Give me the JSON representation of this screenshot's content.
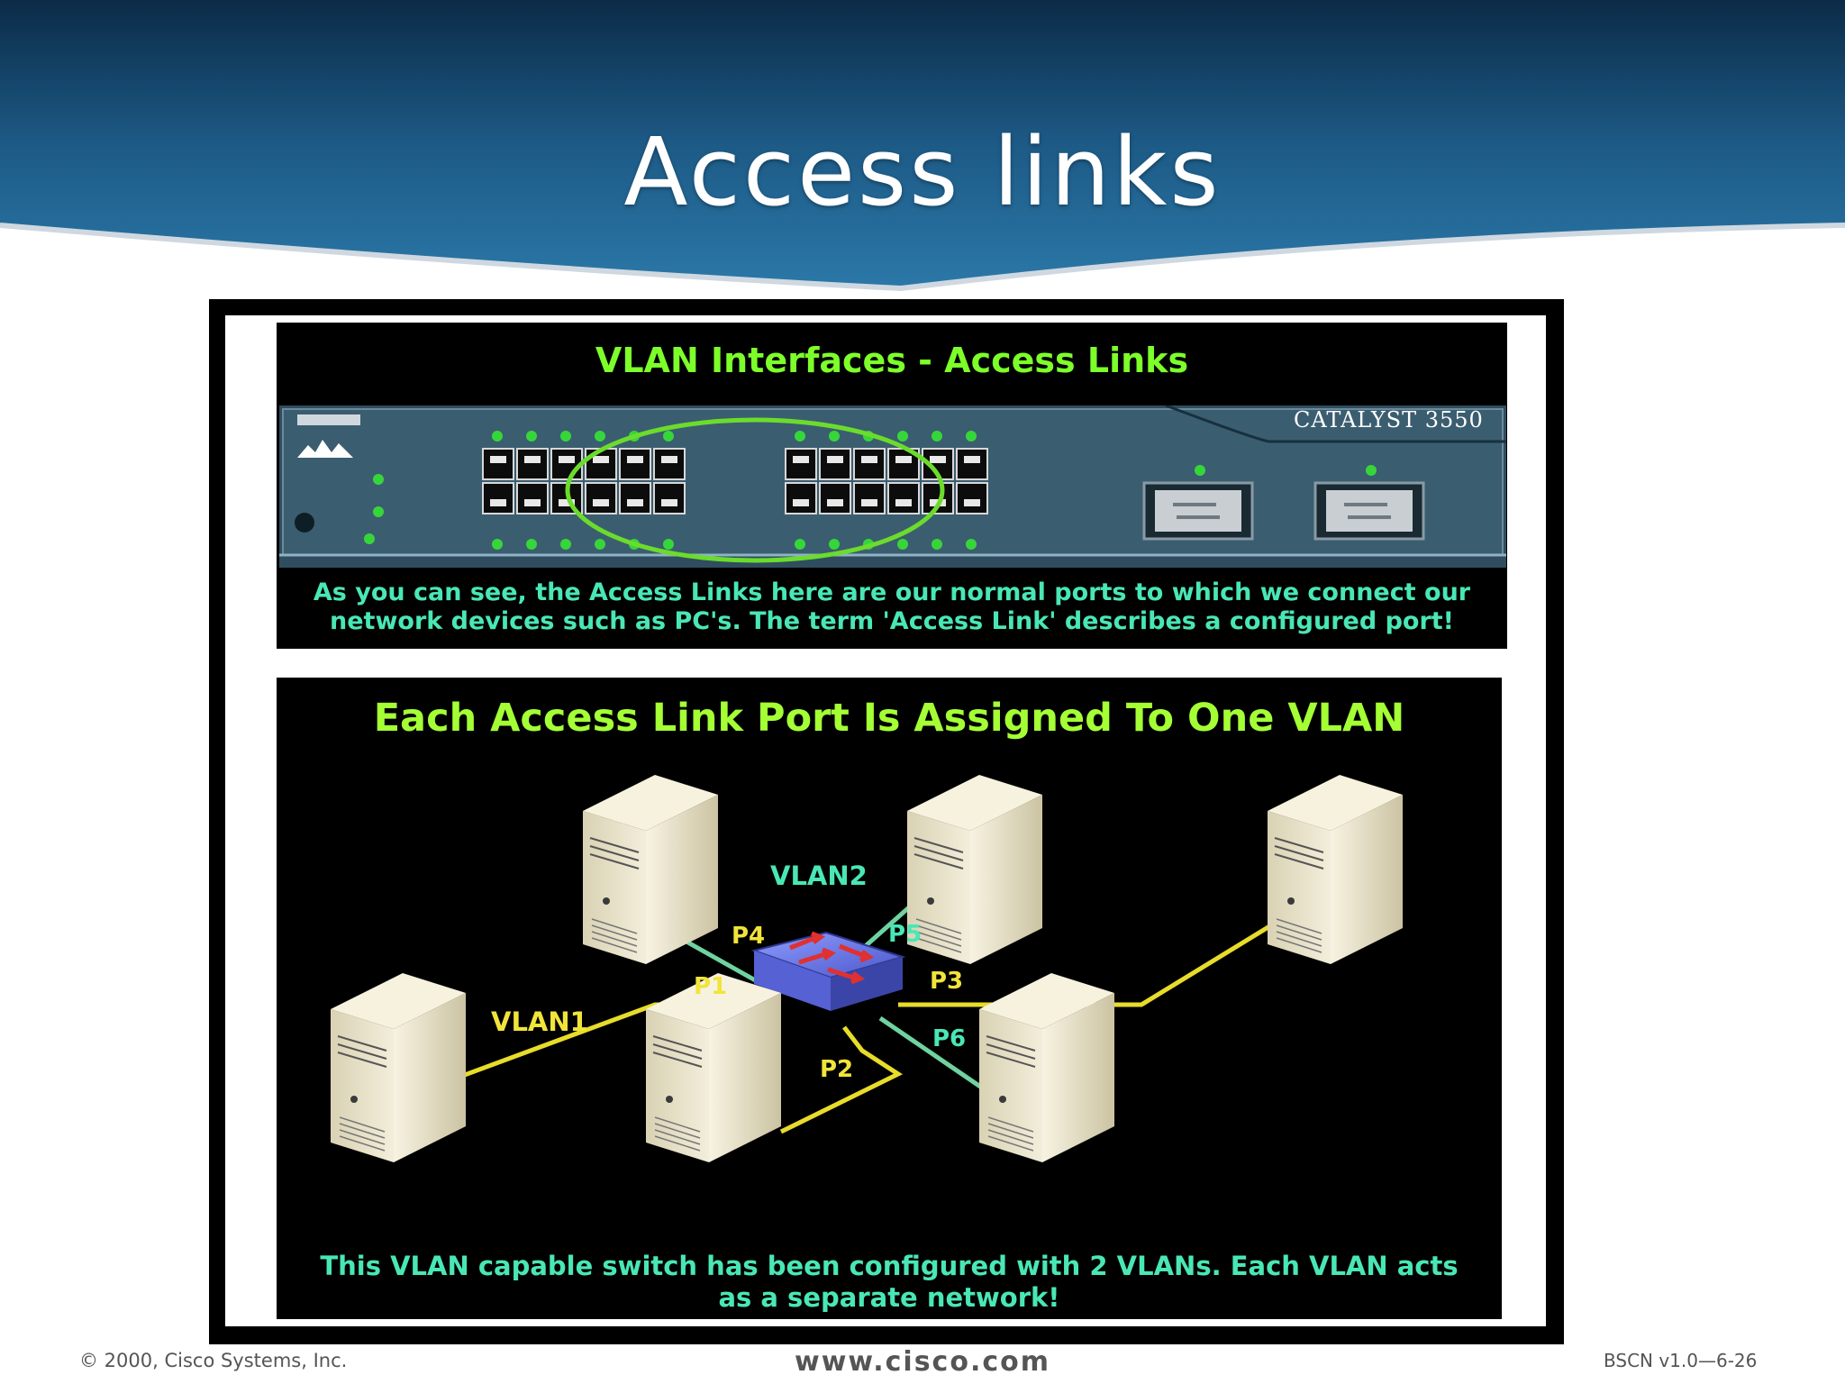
{
  "slide": {
    "title": "Access links",
    "footer_left": "© 2000, Cisco Systems, Inc.",
    "footer_center": "www.cisco.com",
    "footer_right": "BSCN v1.0—6-26"
  },
  "top_panel": {
    "title": "VLAN Interfaces - Access Links",
    "device_label": "CATALYST 3550",
    "caption_line1": "As you can see, the Access Links here are our normal ports to which we connect our",
    "caption_line2": "network devices such as PC's. The term 'Access Link' describes a configured port!"
  },
  "bottom_panel": {
    "title": "Each Access Link Port Is Assigned To One VLAN",
    "vlan_labels": {
      "vlan1": "VLAN1",
      "vlan2": "VLAN2"
    },
    "ports": {
      "p1": "P1",
      "p2": "P2",
      "p3": "P3",
      "p4": "P4",
      "p5": "P5",
      "p6": "P6"
    },
    "caption_line1": "This VLAN capable switch has been configured with 2 VLANs. Each VLAN acts",
    "caption_line2": "as a separate network!"
  },
  "colors": {
    "title_green": "#7dff2a",
    "caption_teal": "#49e7b5",
    "vlan1_yellow": "#f1e43a",
    "vlan2_green": "#6fd3a0",
    "header_blue": "#1a4f78"
  }
}
